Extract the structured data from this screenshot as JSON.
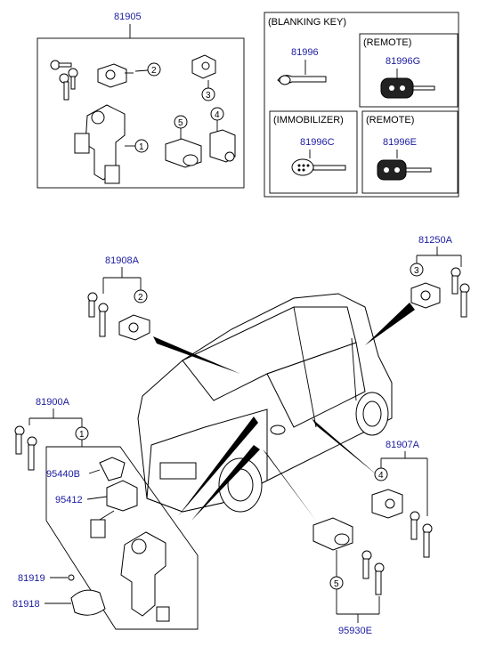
{
  "part_numbers": {
    "kit_main": "81905",
    "blanking_key": "81996",
    "remote_key_a": "81996G",
    "immobilizer_key": "81996C",
    "remote_key_b": "81996E",
    "lock_set_door": "81908A",
    "lock_set_tailgate": "81250A",
    "lock_set_ignition": "81900A",
    "lock_set_door_right": "81907A",
    "ignition_part_a": "95440B",
    "ignition_part_b": "95412",
    "ignition_part_c": "81919",
    "ignition_part_d": "81918",
    "trunk_cylinder": "95930E"
  },
  "labels": {
    "blanking_key": "(BLANKING KEY)",
    "remote_1": "(REMOTE)",
    "immobilizer": "(IMMOBILIZER)",
    "remote_2": "(REMOTE)"
  },
  "callouts": {
    "c1": "1",
    "c2": "2",
    "c3": "3",
    "c4": "4",
    "c5": "5"
  },
  "colors": {
    "part_number": "#1a1aa0",
    "line": "#000000"
  }
}
